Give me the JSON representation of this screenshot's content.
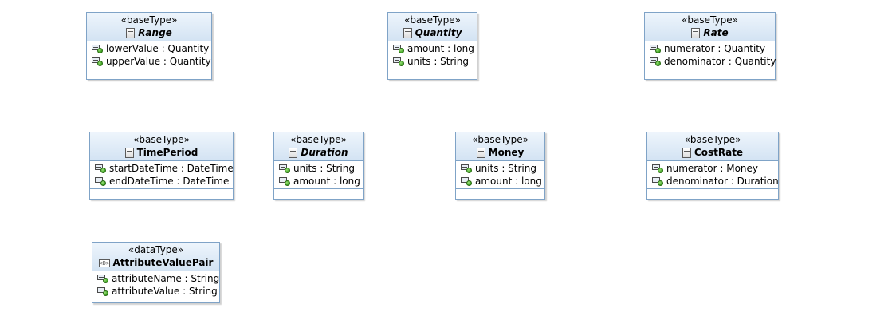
{
  "classes": [
    {
      "stereotype": "«baseType»",
      "name": "Range",
      "attributes": [
        {
          "name": "lowerValue",
          "type": "Quantity",
          "text": "lowerValue : Quantity"
        },
        {
          "name": "upperValue",
          "type": "Quantity",
          "text": "upperValue : Quantity"
        }
      ]
    },
    {
      "stereotype": "«baseType»",
      "name": "Quantity",
      "attributes": [
        {
          "name": "amount",
          "type": "long",
          "text": "amount : long"
        },
        {
          "name": "units",
          "type": "String",
          "text": "units : String"
        }
      ]
    },
    {
      "stereotype": "«baseType»",
      "name": "Rate",
      "attributes": [
        {
          "name": "numerator",
          "type": "Quantity",
          "text": "numerator : Quantity"
        },
        {
          "name": "denominator",
          "type": "Quantity",
          "text": "denominator : Quantity"
        }
      ]
    },
    {
      "stereotype": "«baseType»",
      "name": "TimePeriod",
      "attributes": [
        {
          "name": "startDateTime",
          "type": "DateTime",
          "text": "startDateTime : DateTime"
        },
        {
          "name": "endDateTime",
          "type": "DateTime",
          "text": "endDateTime : DateTime"
        }
      ]
    },
    {
      "stereotype": "«baseType»",
      "name": "Duration",
      "attributes": [
        {
          "name": "units",
          "type": "String",
          "text": "units : String"
        },
        {
          "name": "amount",
          "type": "long",
          "text": "amount : long"
        }
      ]
    },
    {
      "stereotype": "«baseType»",
      "name": "Money",
      "attributes": [
        {
          "name": "units",
          "type": "String",
          "text": "units : String"
        },
        {
          "name": "amount",
          "type": "long",
          "text": "amount : long"
        }
      ]
    },
    {
      "stereotype": "«baseType»",
      "name": "CostRate",
      "attributes": [
        {
          "name": "numerator",
          "type": "Money",
          "text": "numerator : Money"
        },
        {
          "name": "denominator",
          "type": "Duration",
          "text": "denominator : Duration"
        }
      ]
    },
    {
      "stereotype": "«dataType»",
      "name": "AttributeValuePair",
      "attributes": [
        {
          "name": "attributeName",
          "type": "String",
          "text": "attributeName : String"
        },
        {
          "name": "attributeValue",
          "type": "String",
          "text": "attributeValue : String"
        }
      ]
    }
  ],
  "colors": {
    "border": "#7fa3c7",
    "header_top": "#eef5fc",
    "header_bottom": "#d3e3f3",
    "attribute_icon_green": "#3aa01e"
  },
  "icons": {
    "class": "class-icon",
    "datatype": "datatype-icon",
    "attribute": "attribute-icon"
  }
}
